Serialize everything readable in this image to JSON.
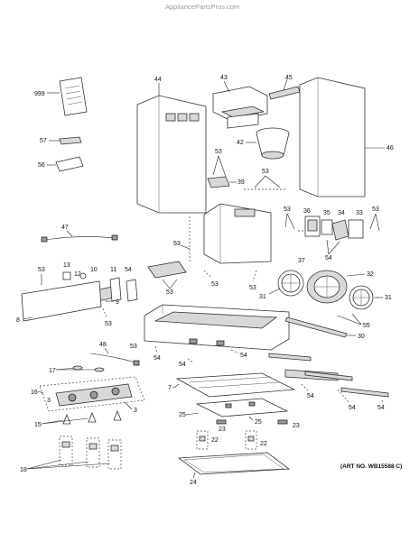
{
  "watermark": "AppliancePartsPros.com",
  "art_number": "(ART NO. WB15588 C)",
  "callouts": {
    "c999": "999",
    "c57": "57",
    "c56": "56",
    "c44": "44",
    "c43": "43",
    "c45": "45",
    "c42": "42",
    "c46": "46",
    "c53a": "53",
    "c39": "39",
    "c53b": "53",
    "c47": "47",
    "c53c": "53",
    "c53d": "53",
    "c36": "36",
    "c35": "35",
    "c34": "34",
    "c33": "33",
    "c53e": "53",
    "c54a": "54",
    "c37": "37",
    "c31a": "31",
    "c32": "32",
    "c31b": "31",
    "c53f": "53",
    "c13": "13",
    "c12": "12",
    "c10": "10",
    "c11": "11",
    "c54b": "54",
    "c8": "8",
    "c9": "9",
    "c53g": "53",
    "c53h": "53",
    "c53i": "53",
    "c53j": "53",
    "c30": "30",
    "c55": "55",
    "c48": "48",
    "c54c": "54",
    "c54d": "54",
    "c54e": "54",
    "c17": "17",
    "c16": "16",
    "c3a": "3",
    "c3b": "3",
    "c7": "7",
    "c54f": "54",
    "c15": "15",
    "c25a": "25",
    "c25b": "25",
    "c23a": "23",
    "c23b": "23",
    "c54g": "54",
    "c54h": "54",
    "c22a": "22",
    "c22b": "22",
    "c18": "18",
    "c24": "24"
  }
}
